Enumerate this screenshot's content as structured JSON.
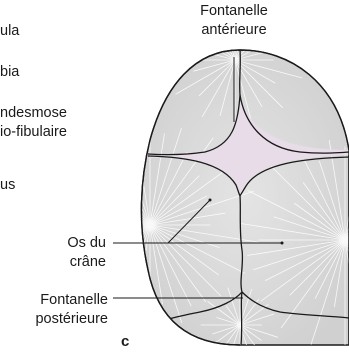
{
  "figure": {
    "panel_letter": "c",
    "cut_off_labels": {
      "fibula": "ula",
      "tibia": "bia",
      "syndesmose_line1": "ndesmose",
      "syndesmose_line2": "io-fibulaire",
      "talus": "us"
    },
    "labels": {
      "anterior_fontanelle": [
        "Fontanelle",
        "antérieure"
      ],
      "skull_bone": [
        "Os du",
        "crâne"
      ],
      "posterior_fontanelle": [
        "Fontanelle",
        "postérieure"
      ]
    },
    "colors": {
      "bone_fill": "#d9d9d9",
      "bone_rays": "#ffffff",
      "fontanelle_fill": "#e7dce8",
      "outline": "#1a1a1a",
      "leader": "#1a1a1a"
    }
  }
}
